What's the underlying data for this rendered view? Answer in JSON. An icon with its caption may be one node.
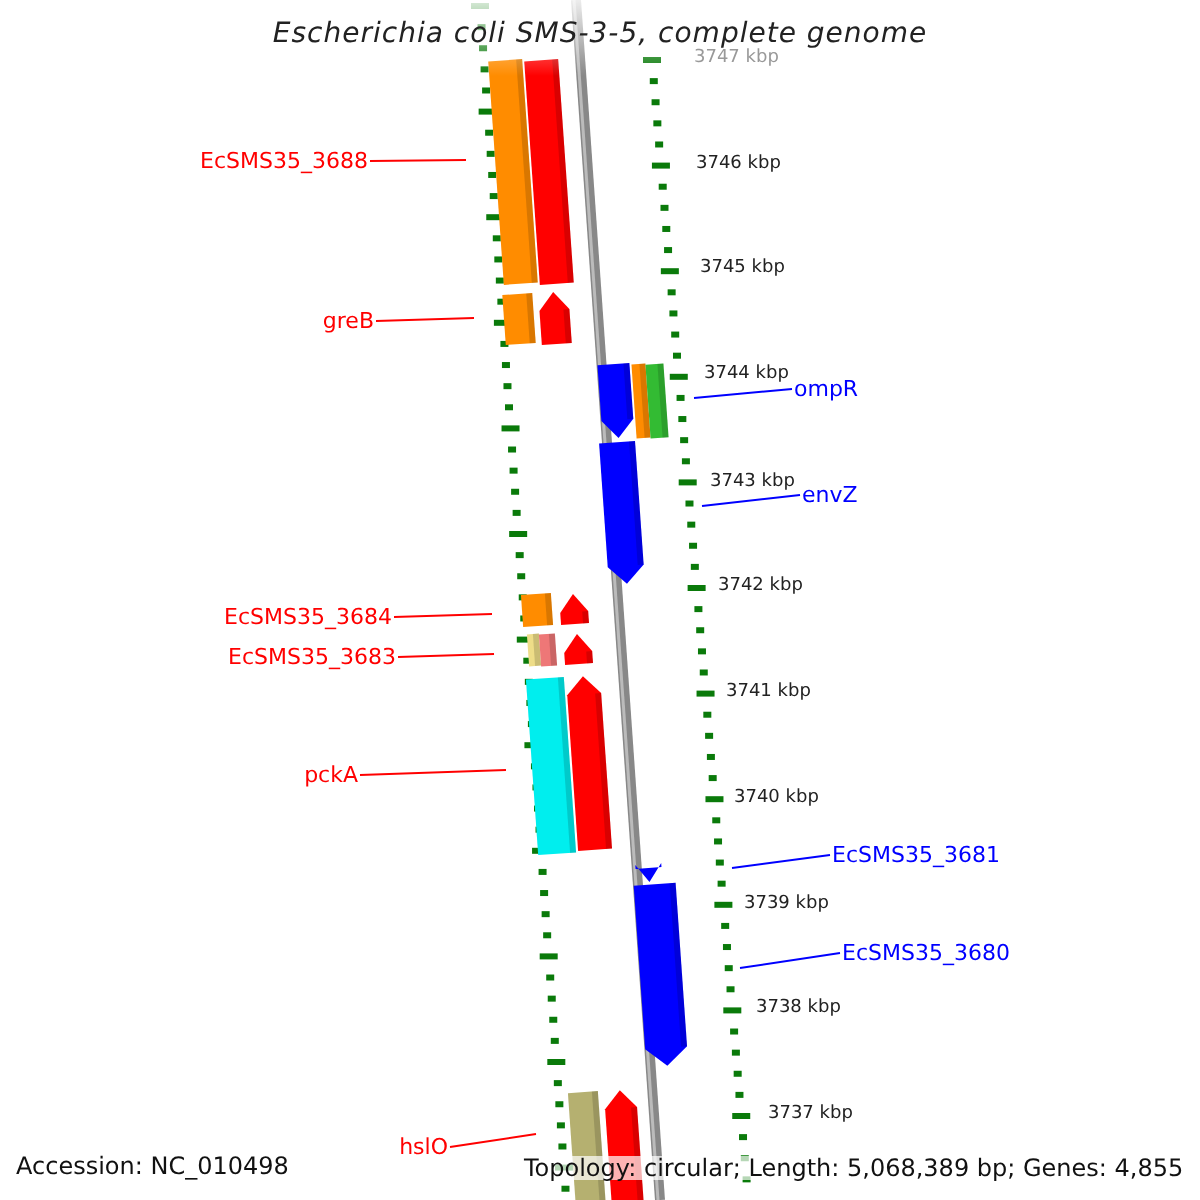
{
  "diagram": {
    "title": "Escherichia coli SMS-3-5, complete genome",
    "nodes": [
      {
        "text": [
          "EcSMS35_3688"
        ]
      },
      {
        "text": [
          "greB"
        ]
      },
      {
        "text": [
          "ompR"
        ]
      },
      {
        "text": [
          "envZ"
        ]
      },
      {
        "text": [
          "EcSMS35_3684"
        ]
      },
      {
        "text": [
          "EcSMS35_3683"
        ]
      },
      {
        "text": [
          "pckA"
        ]
      },
      {
        "text": [
          "EcSMS35_3681"
        ]
      },
      {
        "text": [
          "EcSMS35_3680"
        ]
      },
      {
        "text": [
          "hslO"
        ]
      }
    ],
    "edges": [
      {
        "from": 0,
        "to": null,
        "arrow": "none"
      },
      {
        "from": 1,
        "to": null,
        "arrow": "none"
      },
      {
        "from": 2,
        "to": null,
        "arrow": "none",
        "color": "#0000ff"
      },
      {
        "from": 3,
        "to": null,
        "arrow": "none",
        "color": "#0000ff"
      },
      {
        "from": 4,
        "to": null,
        "arrow": "none"
      },
      {
        "from": 5,
        "to": null,
        "arrow": "none"
      },
      {
        "from": 6,
        "to": null,
        "arrow": "none"
      },
      {
        "from": 7,
        "to": null,
        "arrow": "none",
        "color": "#0000ff"
      },
      {
        "from": 8,
        "to": null,
        "arrow": "none",
        "color": "#0000ff"
      },
      {
        "from": 9,
        "to": null,
        "arrow": "none"
      }
    ],
    "labels": [
      "3747 kbp",
      "3746 kbp",
      "3745 kbp",
      "3744 kbp",
      "3743 kbp",
      "3742 kbp",
      "3741 kbp",
      "3740 kbp",
      "3739 kbp",
      "3738 kbp",
      "3737 kbp",
      "Accession: NC_010498",
      "Topology: circular; Length: 5,068,389 bp; Genes: 4,855"
    ]
  }
}
